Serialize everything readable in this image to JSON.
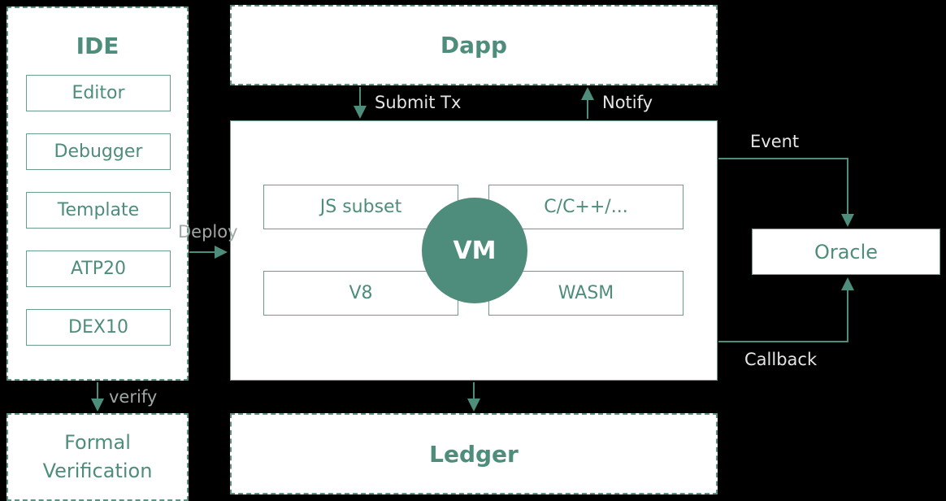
{
  "colors": {
    "teal": "#4e8d7c",
    "border_teal": "#5d9384",
    "box_fill": "#ffffff",
    "background": "#000000",
    "bright_label": "#e3e6e5",
    "dim_label": "#9fa8a5"
  },
  "ide": {
    "title": "IDE",
    "items": [
      "Editor",
      "Debugger",
      "Template",
      "ATP20",
      "DEX10"
    ]
  },
  "dapp": {
    "title": "Dapp"
  },
  "vm": {
    "circle_label": "VM",
    "modules": [
      "JS subset",
      "C/C++/...",
      "V8",
      "WASM"
    ]
  },
  "oracle": {
    "title": "Oracle"
  },
  "ledger": {
    "title": "Ledger"
  },
  "formal_verification": {
    "title": "Formal Verification"
  },
  "arrows": {
    "submit_tx": "Submit Tx",
    "notify": "Notify",
    "deploy": "Deploy",
    "verify": "verify",
    "event": "Event",
    "callback": "Callback"
  }
}
